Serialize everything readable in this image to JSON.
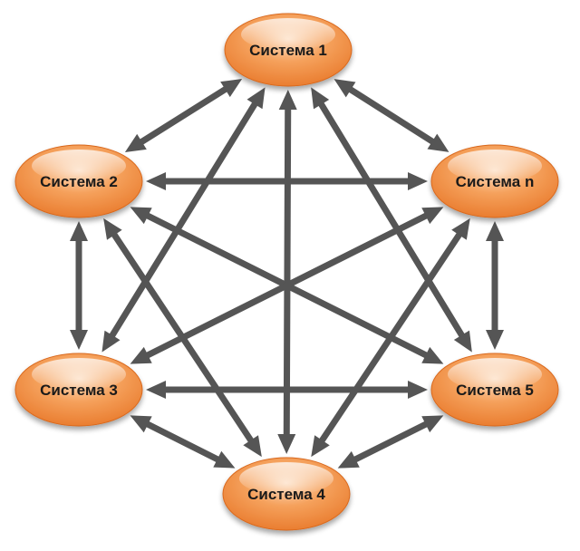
{
  "nodes": {
    "s1": {
      "label": "Система 1"
    },
    "s2": {
      "label": "Система 2"
    },
    "s3": {
      "label": "Система 3"
    },
    "s4": {
      "label": "Система 4"
    },
    "s5": {
      "label": "Система 5"
    },
    "sn": {
      "label": "Система n"
    }
  },
  "colors": {
    "node_fill_light": "#fde0c6",
    "node_fill_mid": "#f5a15c",
    "node_fill_dark": "#e8782a",
    "node_stroke": "#d9681c",
    "arrow": "#555555"
  },
  "edges": [
    [
      "s1",
      "s2"
    ],
    [
      "s1",
      "sn"
    ],
    [
      "s2",
      "s3"
    ],
    [
      "sn",
      "s5"
    ],
    [
      "s3",
      "s4"
    ],
    [
      "s4",
      "s5"
    ],
    [
      "s2",
      "sn"
    ],
    [
      "s3",
      "s5"
    ],
    [
      "s1",
      "s4"
    ],
    [
      "s2",
      "s5"
    ],
    [
      "s3",
      "sn"
    ],
    [
      "s1",
      "s3"
    ],
    [
      "s1",
      "s5"
    ],
    [
      "s2",
      "s4"
    ],
    [
      "sn",
      "s4"
    ]
  ]
}
